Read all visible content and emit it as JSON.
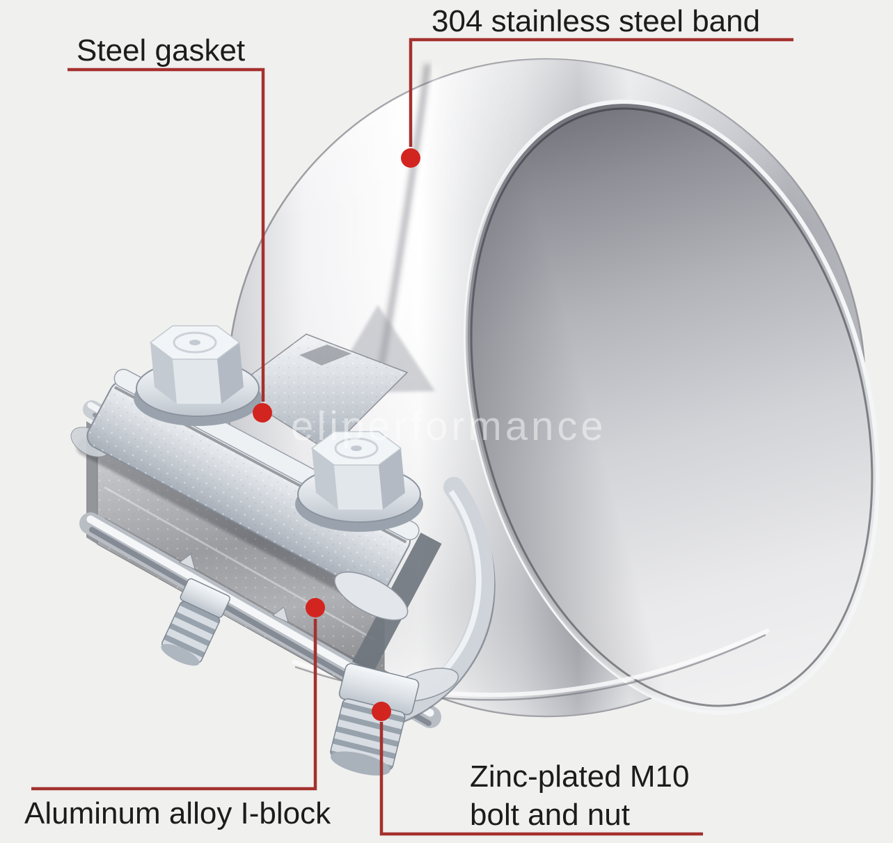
{
  "callouts": {
    "band": {
      "label": "304 stainless steel band"
    },
    "gasket": {
      "label": "Steel gasket"
    },
    "iblock": {
      "label": "Aluminum alloy I-block"
    },
    "bolt": {
      "line1": "Zinc-plated M10",
      "line2": "bolt and nut"
    }
  },
  "watermark": {
    "text": "eliperformance"
  },
  "colors": {
    "background": "#f0f0ee",
    "leader_line": "#a4312e",
    "dot": "#d2251f",
    "label_text": "#1c1c1c"
  }
}
